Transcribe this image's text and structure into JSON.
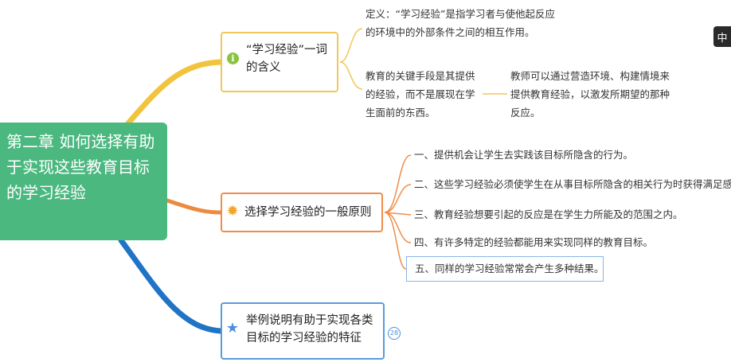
{
  "root": {
    "title": "第二章 如何选择有助于实现这些教育目标的学习经验"
  },
  "branches": [
    {
      "title": "“学习经验”一词的含义",
      "icon": "info-icon"
    },
    {
      "title": "选择学习经验的一般原则",
      "icon": "gear-icon"
    },
    {
      "title": "举例说明有助于实现各类目标的学习经验的特征",
      "icon": "star-icon",
      "badge": "28"
    }
  ],
  "leaves": {
    "definition": "定义：“学习经验”是指学习者与使他起反应的环境中的外部条件之间的相互作用。",
    "key_means": "教育的关键手段是其提供的经验，而不是展现在学生面前的东西。",
    "teacher": "教师可以通过营造环境、构建情境来提供教育经验，以激发所期望的那种反应。"
  },
  "principles": [
    "一、提供机会让学生去实践该目标所隐含的行为。",
    "二、这些学习经验必须使学生在从事目标所隐含的相关行为时获得满足感。",
    "三、教育经验想要引起的反应是在学生力所能及的范围之内。",
    "四、有许多特定的经验都能用来实现同样的教育目标。",
    "五、同样的学习经验常常会产生多种结果。"
  ],
  "overlay": {
    "lang_toggle": "中"
  },
  "colors": {
    "root": "#4bb880",
    "branch1": "#f0c75a",
    "branch2": "#ef8d4a",
    "branch3": "#5a9cda",
    "subline": "#f0c75a"
  }
}
